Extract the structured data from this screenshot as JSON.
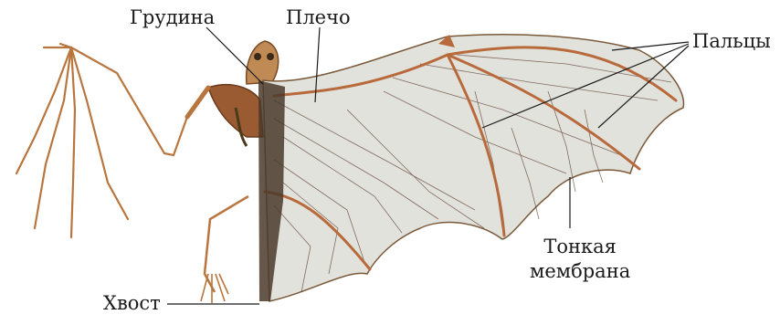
{
  "labels": {
    "sternum": "Грудина",
    "shoulder": "Плечо",
    "fingers": "Пальцы",
    "membrane_line1": "Тонкая",
    "membrane_line2": "мембрана",
    "tail": "Хвост"
  },
  "colors": {
    "membrane": "#e2e2dc",
    "bone": "#b86a3c",
    "bone_dark": "#8a4a26",
    "body": "#4a3a2a",
    "vein": "#5a3a2a",
    "leader_line": "#1a1a1a"
  }
}
